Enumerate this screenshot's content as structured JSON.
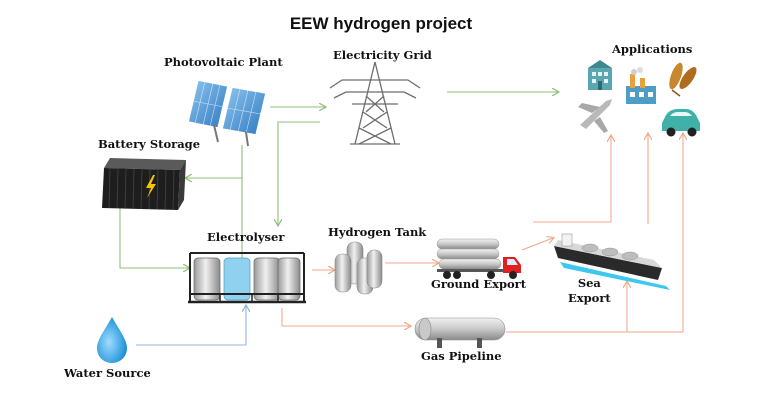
{
  "title": "EEW hydrogen project",
  "nodes": {
    "photovoltaic": "Photovoltaic Plant",
    "grid": "Electricity Grid",
    "applications": "Applications",
    "battery": "Battery Storage",
    "electrolyser": "Electrolyser",
    "tank": "Hydrogen Tank",
    "ground_export": "Ground Export",
    "sea_export_line1": "Sea",
    "sea_export_line2": "Export",
    "pipeline": "Gas Pipeline",
    "water": "Water Source"
  },
  "colors": {
    "green_arrow": "#8cc07a",
    "orange_arrow": "#f0a98c",
    "blue_arrow": "#8fb4dc",
    "text": "#111111"
  },
  "icons": [
    "solar-panel-icon",
    "transmission-tower-icon",
    "battery-icon",
    "electrolyser-icon",
    "hydrogen-tank-icon",
    "tanker-truck-icon",
    "ship-icon",
    "pipeline-icon",
    "water-drop-icon",
    "building-icon",
    "factory-icon",
    "wheat-icon",
    "airplane-icon",
    "car-icon"
  ]
}
